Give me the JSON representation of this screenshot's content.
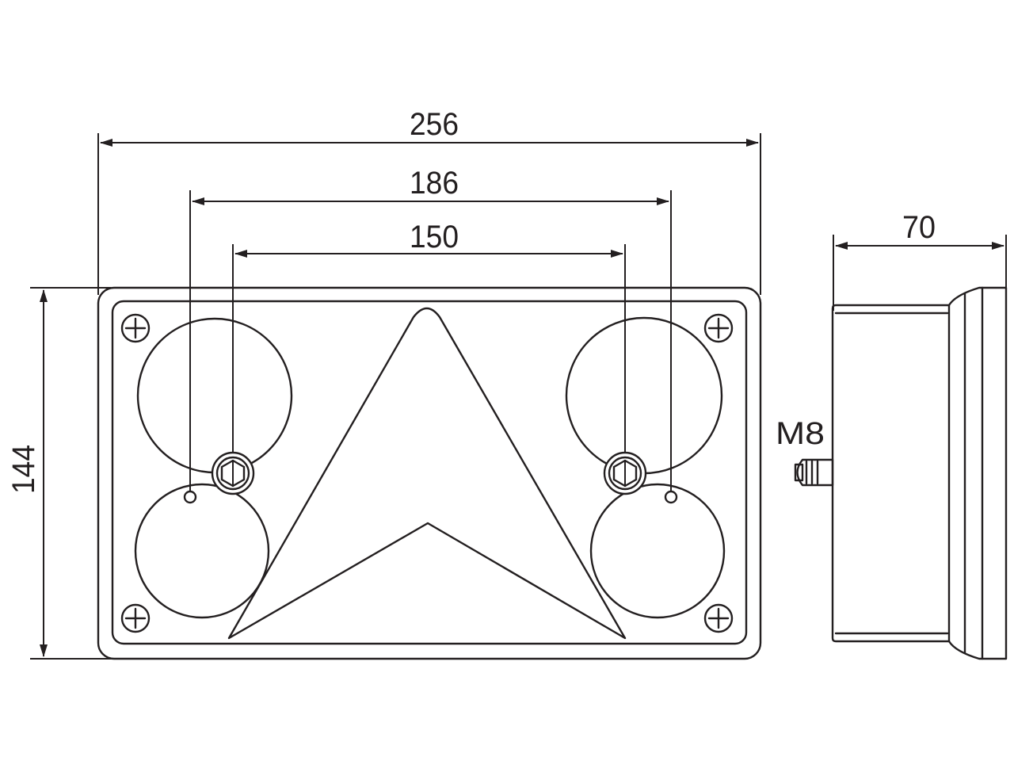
{
  "dimensions": {
    "overall_width": "256",
    "hole_spacing_outer": "186",
    "hole_spacing_inner": "150",
    "height": "144",
    "depth": "70"
  },
  "thread_label": "M8",
  "colors": {
    "line": "#231f20",
    "background": "#ffffff"
  }
}
